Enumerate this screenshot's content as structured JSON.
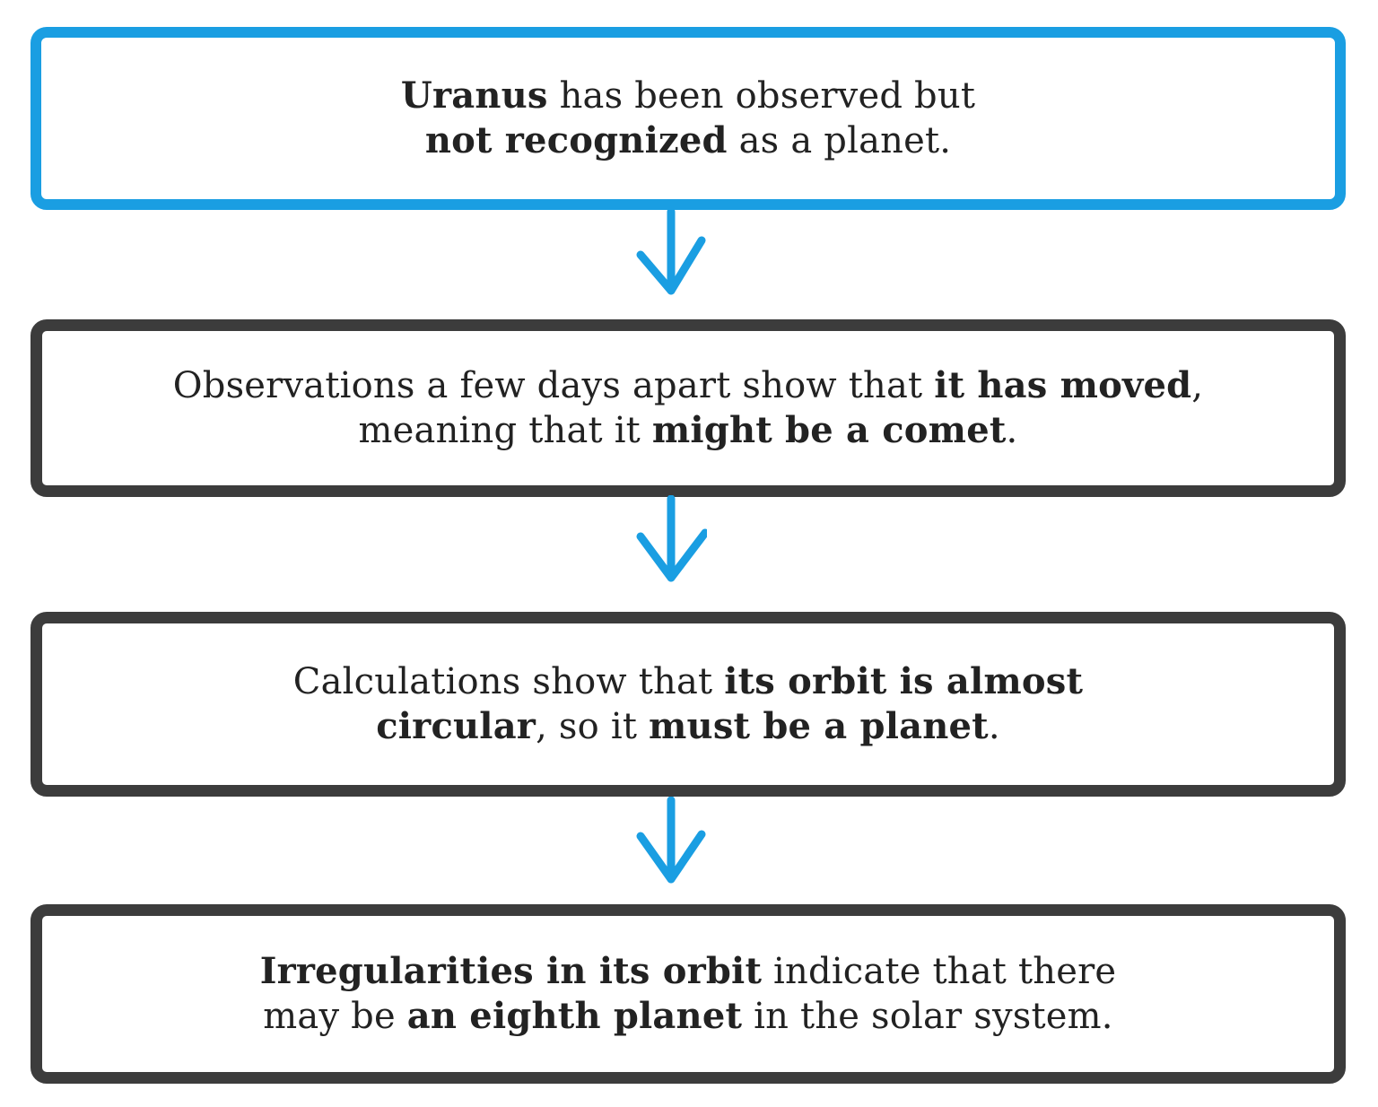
{
  "colors": {
    "accent": "#1a9ee2",
    "box_border": "#3c3c3c",
    "text": "#222222"
  },
  "steps": [
    {
      "lines": [
        [
          {
            "text": "Uranus",
            "bold": true
          },
          {
            "text": " has been observed but",
            "bold": false
          }
        ],
        [
          {
            "text": "not recognized",
            "bold": true
          },
          {
            "text": " as a planet.",
            "bold": false
          }
        ]
      ]
    },
    {
      "lines": [
        [
          {
            "text": "Observations a few days apart show that ",
            "bold": false
          },
          {
            "text": "it has moved",
            "bold": true
          },
          {
            "text": ",",
            "bold": false
          }
        ],
        [
          {
            "text": "meaning that it ",
            "bold": false
          },
          {
            "text": "might be a comet",
            "bold": true
          },
          {
            "text": ".",
            "bold": false
          }
        ]
      ]
    },
    {
      "lines": [
        [
          {
            "text": "Calculations show that ",
            "bold": false
          },
          {
            "text": "its orbit is almost",
            "bold": true
          }
        ],
        [
          {
            "text": "circular",
            "bold": true
          },
          {
            "text": ", so it ",
            "bold": false
          },
          {
            "text": "must be a planet",
            "bold": true
          },
          {
            "text": ".",
            "bold": false
          }
        ]
      ]
    },
    {
      "lines": [
        [
          {
            "text": "Irregularities in its orbit",
            "bold": true
          },
          {
            "text": " indicate that there",
            "bold": false
          }
        ],
        [
          {
            "text": "may be ",
            "bold": false
          },
          {
            "text": "an eighth planet",
            "bold": true
          },
          {
            "text": " in the solar system.",
            "bold": false
          }
        ]
      ]
    }
  ],
  "connectors": [
    {
      "icon": "down-arrow-icon"
    },
    {
      "icon": "down-arrow-icon"
    },
    {
      "icon": "down-arrow-icon"
    }
  ]
}
